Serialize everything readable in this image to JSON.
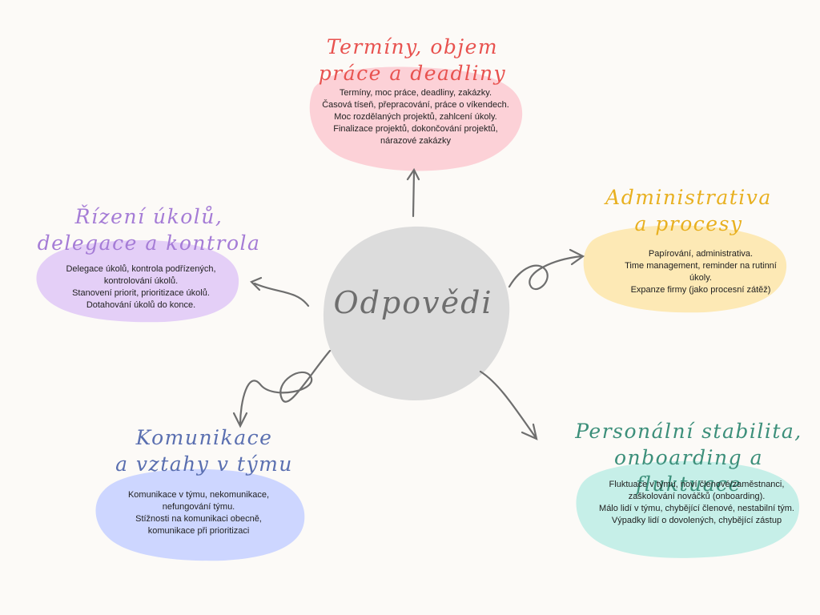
{
  "center": {
    "label": "Odpovědi"
  },
  "colors": {
    "center_blob": "#dcdcdc",
    "arrow": "#6e6e6e",
    "red_title": "#e8524f",
    "red_blob": "#fcd1d7",
    "yellow_title": "#e8b020",
    "yellow_blob": "#fde9b5",
    "green_title": "#3c8f7a",
    "green_blob": "#c6efe8",
    "blue_title": "#5a6fb0",
    "blue_blob": "#cdd6ff",
    "purple_title": "#a57cd6",
    "purple_blob": "#e4cff7"
  },
  "nodes": {
    "terminy": {
      "title": "Termíny, objem\npráce a deadliny",
      "text": "Termíny, moc práce, deadliny, zakázky.\nČasová tíseň, přepracování, práce o víkendech.\nMoc rozdělaných projektů, zahlcení úkoly.\nFinalizace projektů, dokončování projektů,\nnárazové zakázky"
    },
    "administrativa": {
      "title": "Administrativa\na procesy",
      "text": "Papírování, administrativa.\nTime management, reminder na rutinní\núkoly.\nExpanze firmy (jako procesní zátěž)"
    },
    "personalni": {
      "title": "Personální stabilita,\nonboarding a fluktuace",
      "text": "Fluktuace v týmu, noví členové/zaměstnanci,\nzaškolování nováčků (onboarding).\nMálo lidí v týmu, chybějící členové, nestabilní tým.\nVýpadky lidí o dovolených, chybějící zástup"
    },
    "komunikace": {
      "title": "Komunikace\na vztahy v týmu",
      "text": "Komunikace v týmu, nekomunikace,\nnefungování týmu.\nStížnosti na komunikaci obecně,\nkomunikace při prioritizaci"
    },
    "rizeni": {
      "title": "Řízení úkolů,\ndelegace a kontrola",
      "text": "Delegace úkolů, kontrola podřízených,\nkontrolování úkolů.\nStanovení priorit, prioritizace úkolů.\nDotahování úkolů do konce."
    }
  }
}
